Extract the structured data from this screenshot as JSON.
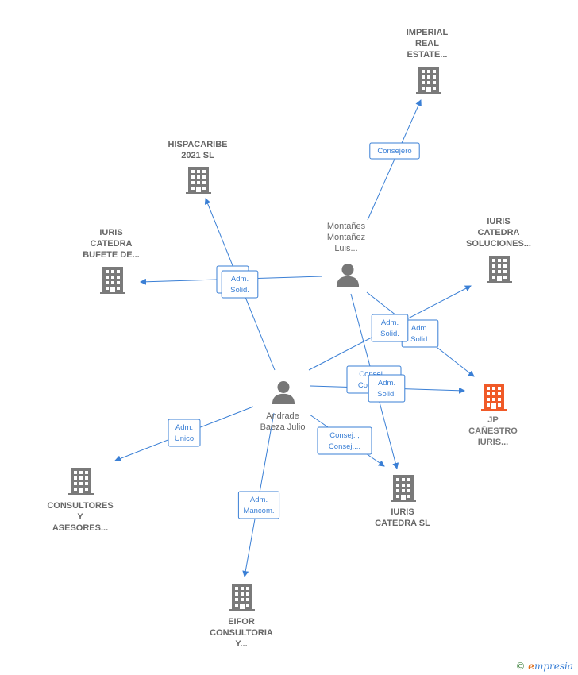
{
  "colors": {
    "edge": "#3a7fd5",
    "company": "#7a7a7a",
    "focus_company": "#f05a28",
    "person": "#777777"
  },
  "nodes": [
    {
      "id": "imperial",
      "kind": "company",
      "lines": [
        "IMPERIAL",
        "REAL",
        "ESTATE..."
      ]
    },
    {
      "id": "hispacaribe",
      "kind": "company",
      "lines": [
        "HISPACARIBE",
        "2021  SL"
      ]
    },
    {
      "id": "bufete",
      "kind": "company",
      "lines": [
        "IURIS",
        "CATEDRA",
        "BUFETE DE..."
      ]
    },
    {
      "id": "soluciones",
      "kind": "company",
      "lines": [
        "IURIS",
        "CATEDRA",
        "SOLUCIONES..."
      ]
    },
    {
      "id": "jp",
      "kind": "company",
      "focus": true,
      "lines": [
        "JP",
        "CAÑESTRO",
        "IURIS..."
      ]
    },
    {
      "id": "catedra",
      "kind": "company",
      "lines": [
        "IURIS",
        "CATEDRA  SL"
      ]
    },
    {
      "id": "consultores",
      "kind": "company",
      "lines": [
        "CONSULTORES",
        "Y",
        "ASESORES..."
      ]
    },
    {
      "id": "eifor",
      "kind": "company",
      "lines": [
        "EIFOR",
        "CONSULTORIA",
        "Y..."
      ]
    },
    {
      "id": "montanes",
      "kind": "person",
      "lines": [
        "Montañes",
        "Montañez",
        "Luis..."
      ]
    },
    {
      "id": "andrade",
      "kind": "person",
      "lines": [
        "Andrade",
        "Baeza Julio"
      ]
    }
  ],
  "edges": [
    {
      "from": "montanes",
      "to": "imperial",
      "label": [
        "Consejero"
      ]
    },
    {
      "from": "montanes",
      "to": "bufete",
      "label": [
        "Adm.",
        "Unico"
      ]
    },
    {
      "from": "montanes",
      "to": "jp",
      "label": [
        "Adm.",
        "Solid."
      ]
    },
    {
      "from": "montanes",
      "to": "catedra",
      "label": [
        "Consej. ,",
        "Consej...."
      ]
    },
    {
      "from": "andrade",
      "to": "hispacaribe",
      "label": [
        "Adm.",
        "Solid."
      ]
    },
    {
      "from": "andrade",
      "to": "soluciones",
      "label": [
        "Adm.",
        "Solid."
      ]
    },
    {
      "from": "andrade",
      "to": "jp",
      "label": [
        "Adm.",
        "Solid."
      ]
    },
    {
      "from": "andrade",
      "to": "catedra",
      "label": [
        "Consej. ,",
        "Consej...."
      ]
    },
    {
      "from": "andrade",
      "to": "consultores",
      "label": [
        "Adm.",
        "Unico"
      ]
    },
    {
      "from": "andrade",
      "to": "eifor",
      "label": [
        "Adm.",
        "Mancom."
      ]
    }
  ],
  "brand": {
    "copyright": "©",
    "initial": "e",
    "rest": "mpresia"
  }
}
